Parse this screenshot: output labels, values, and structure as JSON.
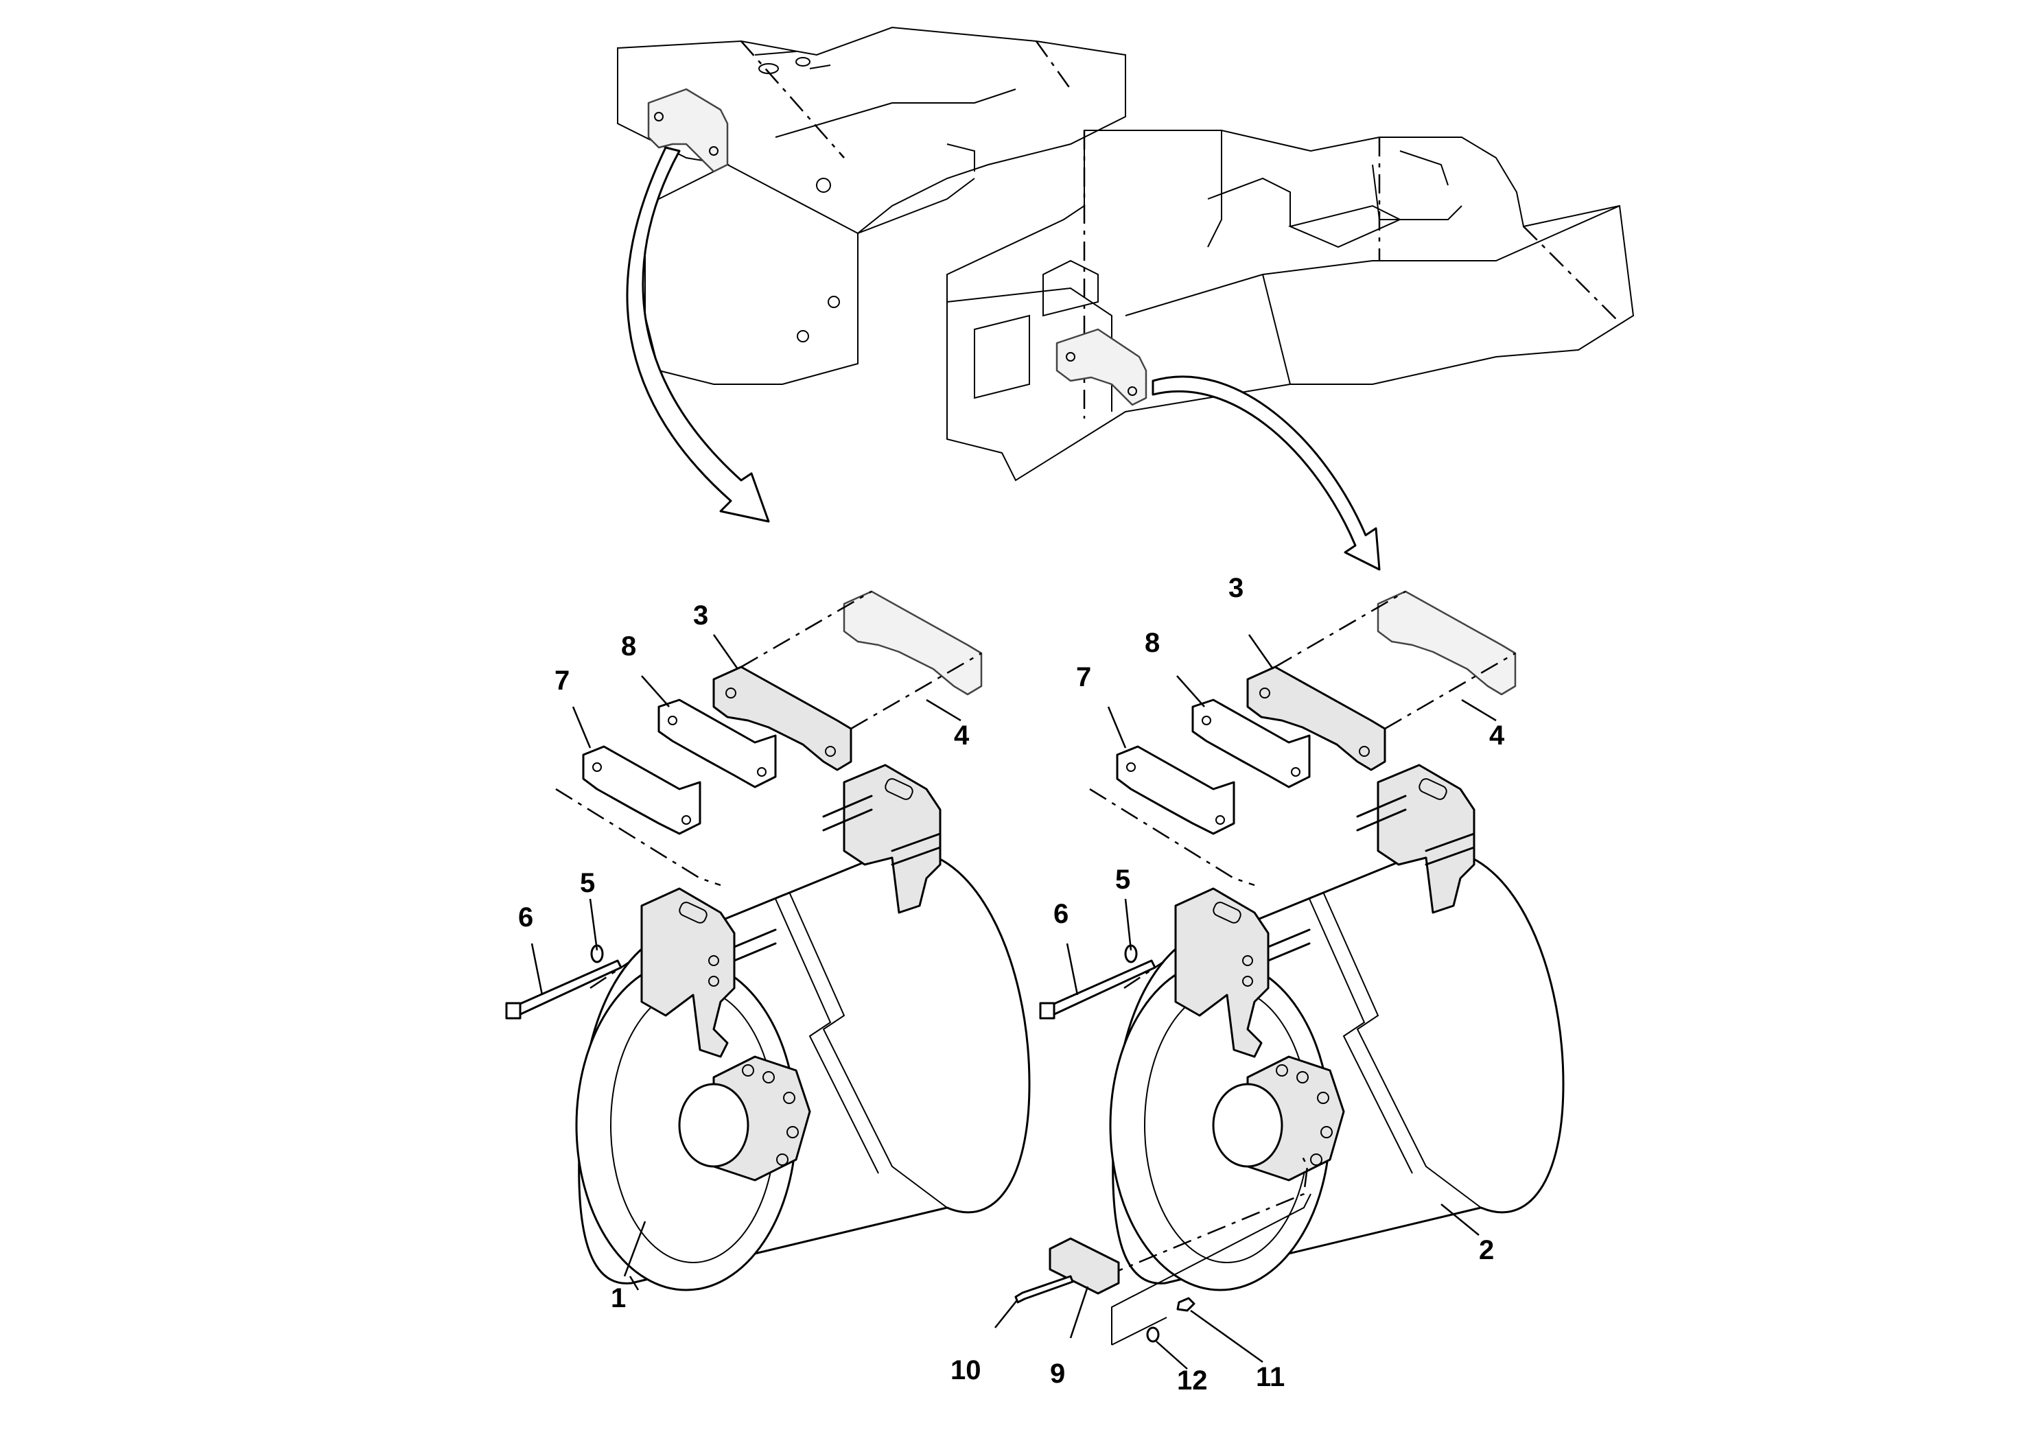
{
  "figure": {
    "kind": "exploded parts diagram",
    "subject": "drum roller assemblies mounted to machine frame"
  },
  "callouts": {
    "c1": "1",
    "c2": "2",
    "c3a": "3",
    "c3b": "3",
    "c4a": "4",
    "c4b": "4",
    "c5a": "5",
    "c5b": "5",
    "c6a": "6",
    "c6b": "6",
    "c7a": "7",
    "c7b": "7",
    "c8a": "8",
    "c8b": "8",
    "c9": "9",
    "c10": "10",
    "c11": "11",
    "c12": "12"
  }
}
